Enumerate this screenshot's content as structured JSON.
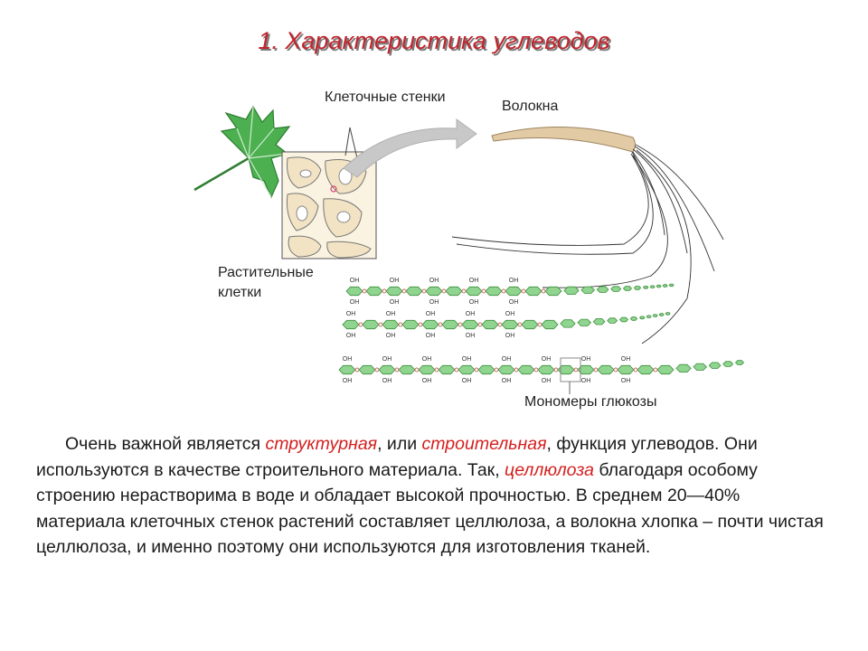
{
  "title": "1. Характеристика углеводов",
  "figure": {
    "label_cell_walls": "Клеточные стенки",
    "label_plant_cells": "Растительные клетки",
    "label_fibers": "Волокна",
    "label_monomers": "Мономеры глюкозы",
    "hydroxyl": "OH",
    "colors": {
      "leaf": "#4caf50",
      "glucose": "#8fd48f",
      "cell_wall": "#f2e3c4",
      "arrow": "#b0b0b0"
    }
  },
  "paragraph": {
    "t1": "Очень важной является ",
    "h1": "структурная",
    "t2": ", или ",
    "h2": "строительная",
    "t3": ", функция углеводов. Они используются в качестве строительного материала. Так, ",
    "h3": "целлюлоза",
    "t4": " благодаря особому строению нерастворима в воде и обладает высокой прочностью. В среднем 20—40% материала клеточных стенок растений составляет целлюлоза, а волокна хлопка – почти чистая целлюлоза, и именно поэтому они используются для изготовления тканей."
  }
}
